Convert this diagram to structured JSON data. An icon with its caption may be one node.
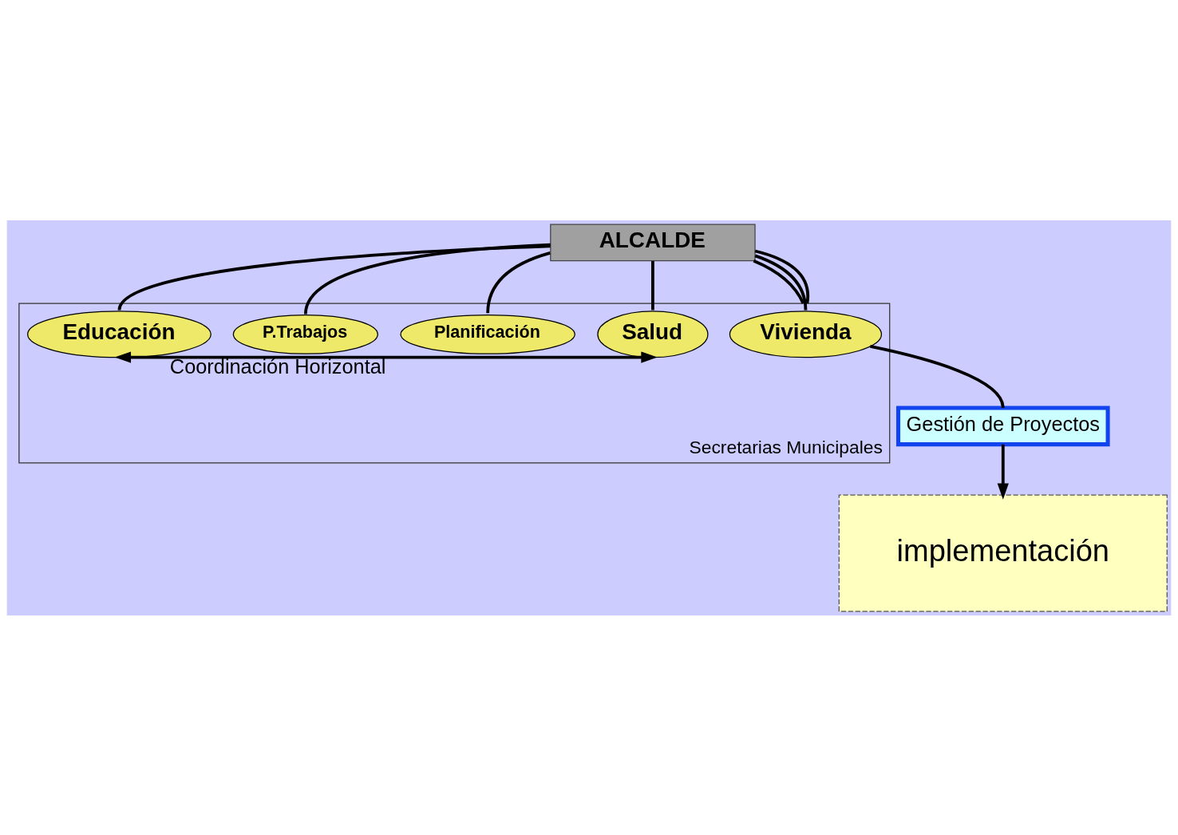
{
  "diagram": {
    "nodes": [
      {
        "text": [
          "ALCALDE"
        ]
      },
      {
        "text": [
          "Secretarias Municipales"
        ]
      },
      {
        "text": [
          "Salud"
        ],
        "in": 1
      },
      {
        "text": [
          "Planificación"
        ],
        "in": 1
      },
      {
        "text": [
          "Vivienda"
        ],
        "in": 1
      },
      {
        "text": [
          "P.Trabajos"
        ],
        "in": 1
      },
      {
        "text": [
          "Educación"
        ],
        "in": 1
      },
      {
        "text": [
          "Gestión de Proyectos"
        ]
      },
      {
        "text": [
          "implementación"
        ]
      }
    ],
    "edges": [
      {
        "from": 0,
        "to": 2,
        "arrow": "none"
      },
      {
        "from": 0,
        "to": 3,
        "arrow": "none"
      },
      {
        "from": 0,
        "to": 1,
        "arrow": "none"
      },
      {
        "from": 0,
        "to": 4,
        "arrow": "none"
      },
      {
        "from": 0,
        "to": 5,
        "arrow": "none"
      },
      {
        "from": 0,
        "to": 1,
        "arrow": "none"
      },
      {
        "from": 0,
        "to": 6,
        "arrow": "none"
      },
      {
        "from": 2,
        "to": 6,
        "arrow": "both",
        "label": "Coordinación Horizontal"
      },
      {
        "from": 4,
        "to": 7,
        "arrow": "none"
      },
      {
        "from": 7,
        "to": 8,
        "arrow": "to"
      }
    ]
  }
}
